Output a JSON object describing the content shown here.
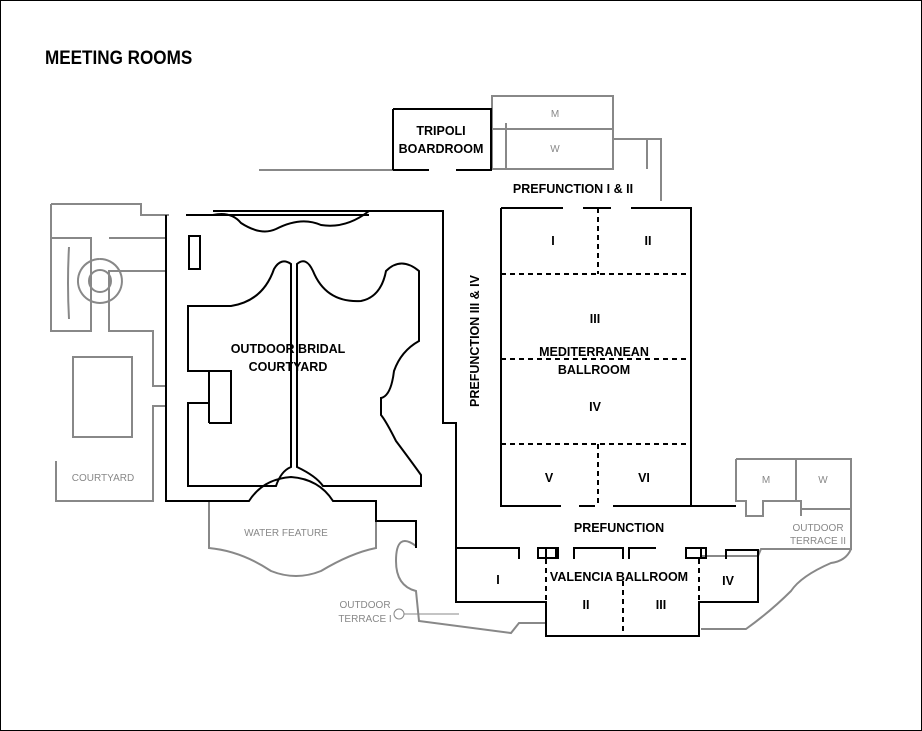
{
  "title": "MEETING ROOMS",
  "rooms": {
    "tripoli_line1": "TRIPOLI",
    "tripoli_line2": "BOARDROOM",
    "restroom_m_top": "M",
    "restroom_w_top": "W",
    "prefunction_1_2": "PREFUNCTION I & II",
    "prefunction_3_4": "PREFUNCTION III & IV",
    "med_i": "I",
    "med_ii": "II",
    "med_iii": "III",
    "med_iv": "IV",
    "med_v": "V",
    "med_vi": "VI",
    "mediterranean_line1": "MEDITERRANEAN",
    "mediterranean_line2": "BALLROOM",
    "courtyard_line1": "OUTDOOR BRIDAL",
    "courtyard_line2": "COURTYARD",
    "courtyard": "COURTYARD",
    "water_feature": "WATER FEATURE",
    "restroom_m_right": "M",
    "restroom_w_right": "W",
    "outdoor_terrace_2_line1": "OUTDOOR",
    "outdoor_terrace_2_line2": "TERRACE II",
    "prefunction": "PREFUNCTION",
    "valencia": "VALENCIA BALLROOM",
    "val_i": "I",
    "val_ii": "II",
    "val_iii": "III",
    "val_iv": "IV",
    "outdoor_terrace_1_line1": "OUTDOOR",
    "outdoor_terrace_1_line2": "TERRACE I"
  },
  "colors": {
    "outline": "#000000",
    "outdoor": "#888888",
    "background": "#ffffff"
  }
}
